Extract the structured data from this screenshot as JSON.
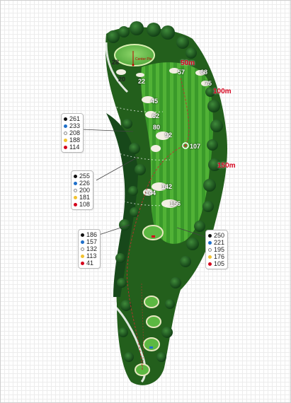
{
  "colors": {
    "black_tee": "#111111",
    "blue_tee": "#1f6fc9",
    "white_tee": "#ffffff",
    "yellow_tee": "#f2c230",
    "red_tee": "#d4001b",
    "fairway_light": "#4aa532",
    "fairway_dark": "#2f8a25",
    "rough": "#1f5e1a",
    "distance_text": "#d4001b"
  },
  "yardage_boxes": [
    {
      "values": [
        "261",
        "233",
        "208",
        "188",
        "114"
      ]
    },
    {
      "values": [
        "255",
        "226",
        "200",
        "181",
        "108"
      ]
    },
    {
      "values": [
        "186",
        "157",
        "132",
        "113",
        "41"
      ]
    },
    {
      "values": [
        "250",
        "221",
        "195",
        "176",
        "105"
      ]
    }
  ],
  "distance_markers": [
    "50m",
    "100m",
    "150m"
  ],
  "green_label": "Center Pin",
  "hole_yardages": [
    "28",
    "20",
    "22",
    "57",
    "68",
    "75",
    "45",
    "62",
    "80",
    "92",
    "107",
    "142",
    "144",
    "156"
  ]
}
